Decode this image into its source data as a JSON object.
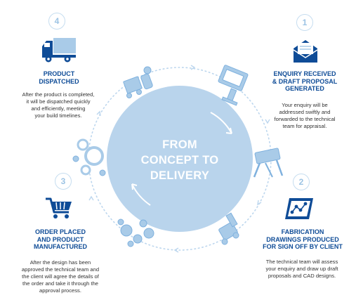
{
  "center": {
    "lines": [
      "FROM",
      "CONCEPT TO",
      "DELIVERY"
    ]
  },
  "colors": {
    "primary": "#0f4c97",
    "circle": "#b9d4ec",
    "icon_light": "#a9cbe8",
    "number_ring": "#c6ddf0"
  },
  "steps": [
    {
      "number": "1",
      "title_lines": [
        "ENQUIRY RECEIVED",
        "& DRAFT PROPOSAL",
        "GENERATED"
      ],
      "body_lines": [
        "Your enquiry will be",
        "addressed swiftly and",
        "forwarded to the technical",
        "team for appraisal."
      ],
      "icon": "envelope-icon"
    },
    {
      "number": "2",
      "title_lines": [
        "FABRICATION",
        "DRAWINGS PRODUCED",
        "FOR SIGN OFF BY CLIENT"
      ],
      "body_lines": [
        "The technical team will assess",
        "your enquiry and draw up draft",
        "proposals and CAD designs."
      ],
      "icon": "drawing-icon"
    },
    {
      "number": "3",
      "title_lines": [
        "ORDER PLACED",
        "AND PRODUCT",
        "MANUFACTURED"
      ],
      "body_lines": [
        "After the design has been",
        "approved the technical team and",
        "the client will agree the details of",
        "the order and take it through the",
        "approval process."
      ],
      "icon": "shopping-cart-icon"
    },
    {
      "number": "4",
      "title_lines": [
        "PRODUCT",
        "DISPATCHED"
      ],
      "body_lines": [
        "After the product is completed,",
        "it will be dispatched quickly",
        "and efficiently, meeting",
        "your build timelines."
      ],
      "icon": "truck-icon"
    }
  ]
}
